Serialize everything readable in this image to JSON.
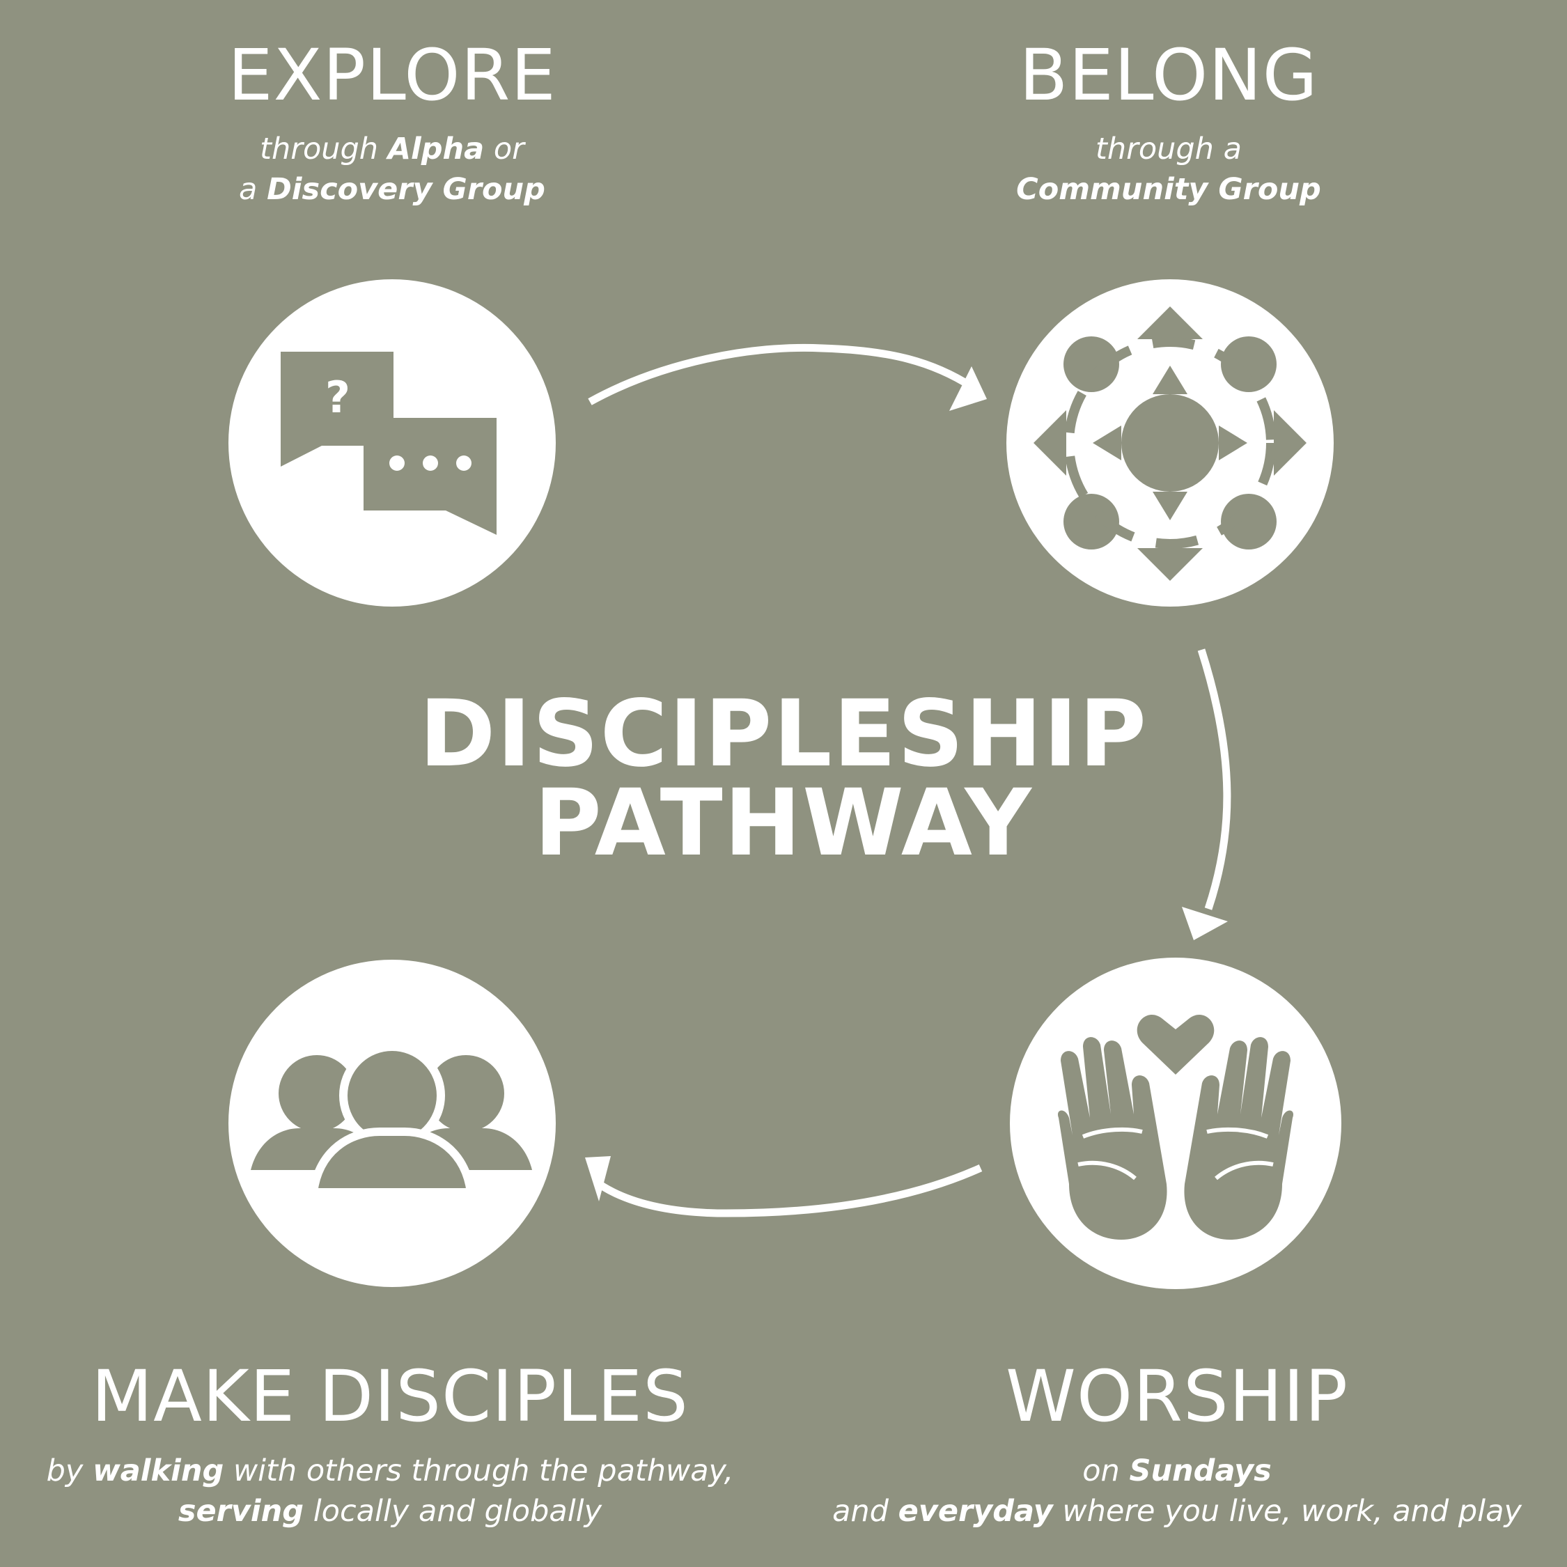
{
  "title": {
    "line1": "DISCIPLESHIP",
    "line2": "PATHWAY"
  },
  "steps": {
    "explore": {
      "title": "EXPLORE",
      "sub_line1": [
        "through ",
        "Alpha",
        " or"
      ],
      "sub_line2": [
        "a ",
        "Discovery Group",
        ""
      ],
      "icon": "speech-bubbles-icon"
    },
    "belong": {
      "title": "BELONG",
      "sub_line1": [
        "through a",
        "",
        ""
      ],
      "sub_line2": [
        "",
        "Community Group",
        ""
      ],
      "icon": "community-network-icon"
    },
    "worship": {
      "title": "WORSHIP",
      "sub_line1": [
        "on ",
        "Sundays",
        ""
      ],
      "sub_line2": [
        "and ",
        "everyday",
        " where you live, work, and play"
      ],
      "icon": "hands-heart-icon"
    },
    "make_disciples": {
      "title": "MAKE DISCIPLES",
      "sub_line1": [
        "by ",
        "walking",
        " with others through the pathway,"
      ],
      "sub_line2": [
        "",
        "serving",
        " locally and globally"
      ],
      "icon": "group-people-icon"
    }
  },
  "colors": {
    "background": "#8f9280",
    "foreground": "#ffffff"
  }
}
